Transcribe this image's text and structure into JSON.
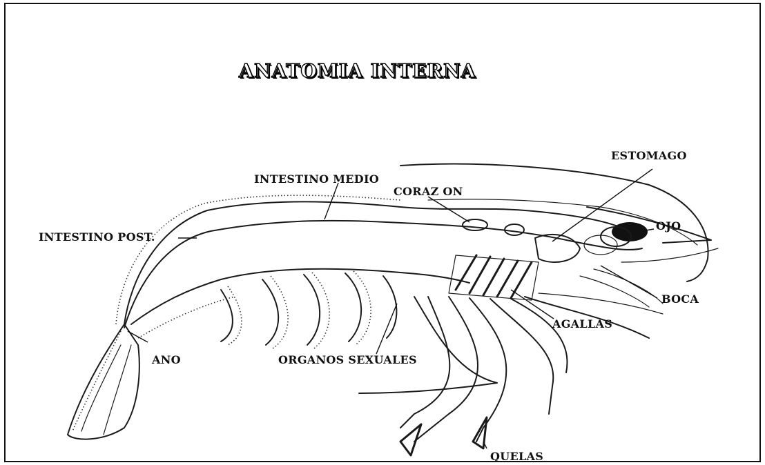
{
  "title": "ANATOMIA INTERNA",
  "labels": {
    "estomago": "ESTOMAGO",
    "intestino_medio": "INTESTINO MEDIO",
    "corazon": "CORAZ ON",
    "ojo": "OJO",
    "intestino_post": "INTESTINO POST.",
    "boca": "BOCA",
    "agallas": "AGALLAS",
    "ano": "ANO",
    "organos_sexuales": "ORGANOS SEXUALES",
    "quelas": "QUELAS"
  },
  "colors": {
    "ink": "#1a1a1a",
    "background": "#ffffff",
    "frame": "#111111"
  }
}
